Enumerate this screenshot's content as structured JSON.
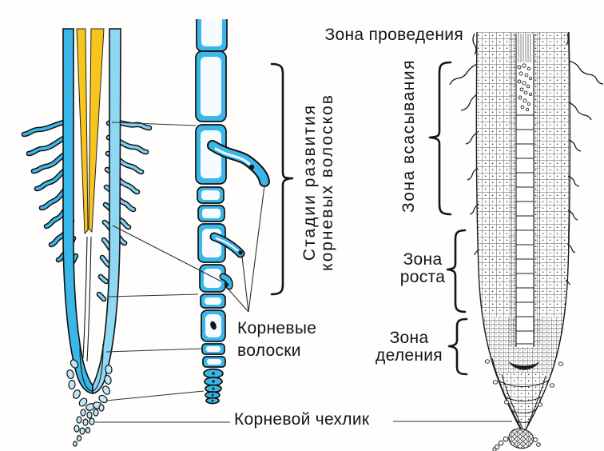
{
  "labels": {
    "conduction_zone": "Зона проведения",
    "absorption_zone": "Зона всасывания",
    "growth_zone": {
      "line1": "Зона",
      "line2": "роста"
    },
    "division_zone": {
      "line1": "Зона",
      "line2": "деления"
    },
    "root_hair_stages": {
      "line1": "Стадии развития",
      "line2": "корневых волосков"
    },
    "root_hairs": {
      "line1": "Корневые",
      "line2": "волоски"
    },
    "root_cap": "Корневой чехлик"
  },
  "colors": {
    "root_blue": "#3ab6e8",
    "root_blue_light": "#8ed8f3",
    "root_cap_blue": "#bfe8f8",
    "stele_yellow": "#f7c51e",
    "ink": "#1a1a1a"
  }
}
